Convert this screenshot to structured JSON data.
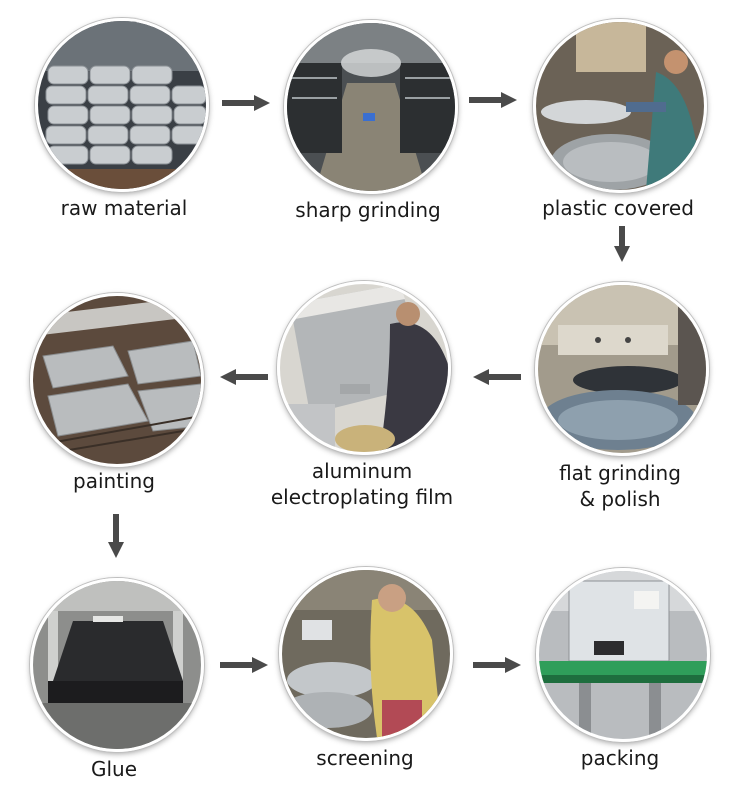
{
  "steps": [
    {
      "label": "raw material"
    },
    {
      "label": "sharp grinding"
    },
    {
      "label": "plastic covered"
    },
    {
      "label": "flat grinding\n& polish"
    },
    {
      "label": "aluminum\nelectroplating film"
    },
    {
      "label": "painting"
    },
    {
      "label": "Glue"
    },
    {
      "label": "screening"
    },
    {
      "label": "packing"
    }
  ],
  "colors": {
    "arrow": "#4a4a4a",
    "ring": "#ffffff"
  }
}
